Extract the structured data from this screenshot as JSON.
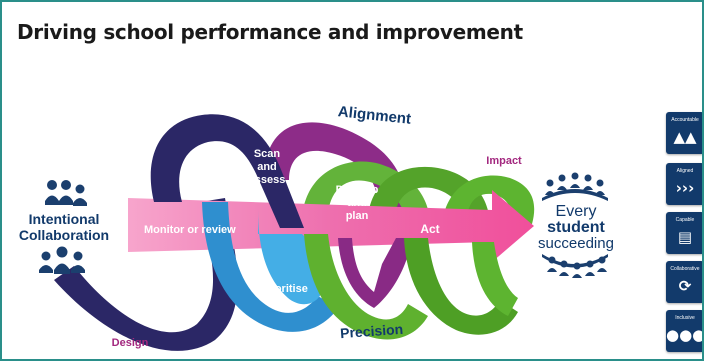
{
  "title": "Driving school performance and improvement",
  "left_label": [
    "Intentional",
    "Collaboration"
  ],
  "right_label": [
    "Every",
    "student",
    "succeeding"
  ],
  "arrow_label": "Monitor or review",
  "stage_labels": {
    "scan": [
      "Scan",
      "and",
      "assess"
    ],
    "develop": [
      "Develop",
      "and",
      "plan"
    ],
    "act": "Act",
    "prioritise": "Prioritise"
  },
  "outer_labels": {
    "alignment": "Alignment",
    "impact": "Impact",
    "design": "Design",
    "precision": "Precision"
  },
  "sidebar": [
    {
      "label": "Accountable",
      "icon": "people-balance-icon"
    },
    {
      "label": "Aligned",
      "icon": "triple-chevron-icon"
    },
    {
      "label": "Capable",
      "icon": "open-book-icon"
    },
    {
      "label": "Collaborative",
      "icon": "cycle-arrows-icon"
    },
    {
      "label": "Inclusive",
      "icon": "group-icon"
    }
  ],
  "colors": {
    "navy": "#2e2a6b",
    "purple": "#8e2a86",
    "green": "#5fb12f",
    "blue": "#3a9fd8",
    "pink": "#ee6fae",
    "text_navy": "#123a6b",
    "magenta_text": "#a3287f",
    "frame": "#2a8f8a"
  }
}
